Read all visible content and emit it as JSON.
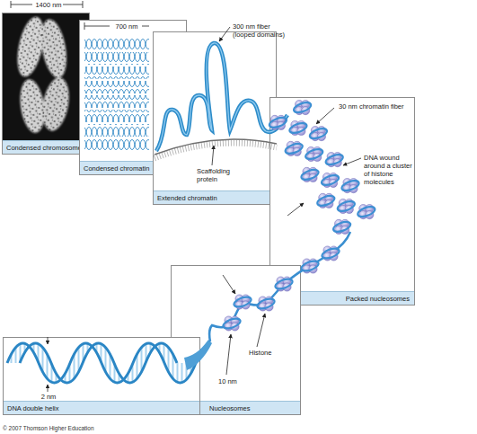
{
  "diagram": {
    "nodes": [
      {
        "text": [
          "Condensed chromosome",
          "1400 nm"
        ]
      },
      {
        "text": [
          "Condensed chromatin",
          "700 nm"
        ]
      },
      {
        "text": [
          "Extended chromatin",
          "300 nm fiber (looped domains)",
          "Scaffolding protein"
        ]
      },
      {
        "text": [
          "Packed nucleosomes",
          "30 nm chromatin fiber",
          "DNA wound around a cluster of histone molecules"
        ]
      },
      {
        "text": [
          "Nucleosomes",
          "Histone",
          "10 nm"
        ]
      },
      {
        "text": [
          "DNA double helix",
          "2 nm"
        ]
      }
    ],
    "labels": [
      "© 2007 Thomson Higher Education"
    ]
  }
}
